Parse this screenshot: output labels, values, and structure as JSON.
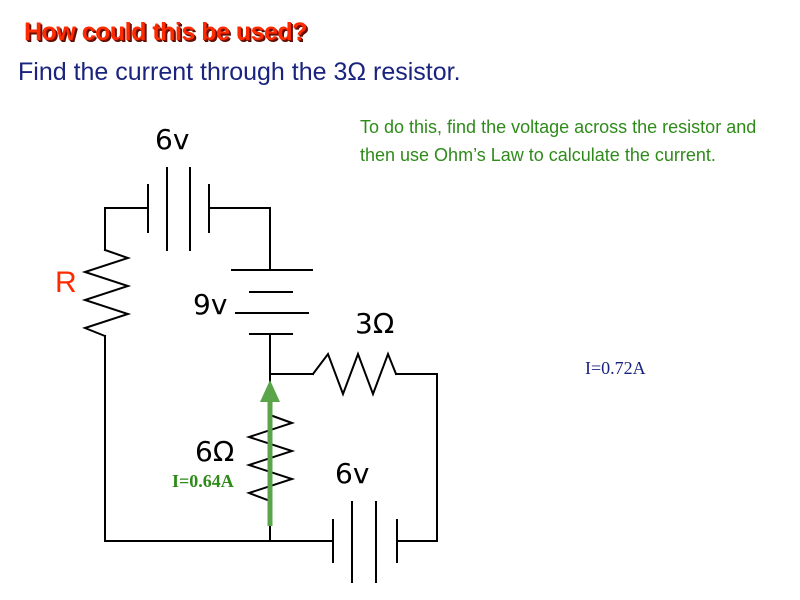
{
  "slide": {
    "heading": "How could this be used?",
    "question": "Find the current through the 3Ω resistor.",
    "instructions": "To do this, find the voltage across the resistor and then use Ohm’s Law to calculate the current."
  },
  "circuit": {
    "resistor_R_label": "R",
    "battery_top_label": "6v",
    "battery_middle_label": "9v",
    "resistor_3ohm_label": "3Ω",
    "resistor_6ohm_label": "6Ω",
    "battery_bottom_label": "6v",
    "current_3ohm_label": "I=0.72A",
    "current_6ohm_label": "I=0.64A"
  },
  "colors": {
    "heading": "#ff2b00",
    "question": "#1a237e",
    "instructions": "#2e8b1a",
    "wire": "#000000",
    "current_arrow": "#5aa54a"
  }
}
